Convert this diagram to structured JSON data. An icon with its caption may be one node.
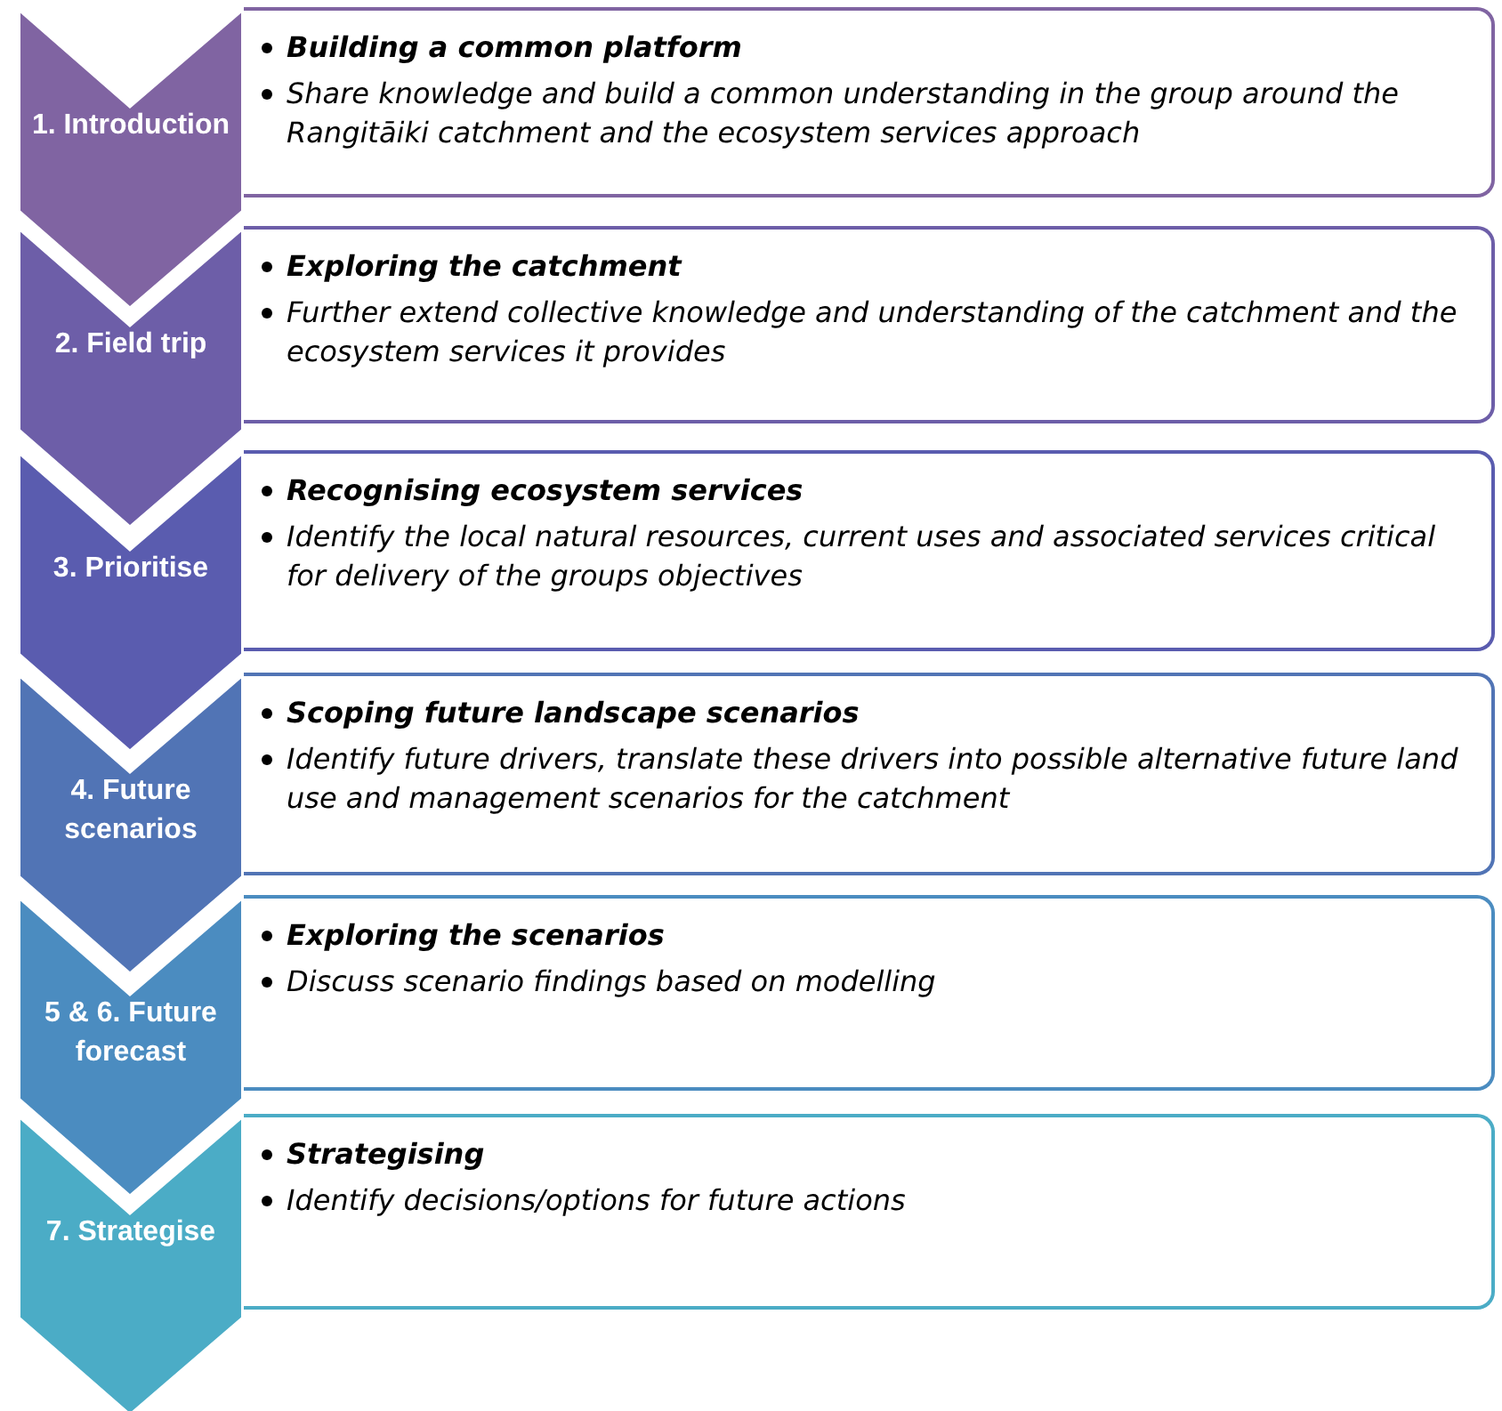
{
  "diagram": {
    "nodes": [
      {
        "text": [
          "1. Introduction"
        ]
      },
      {
        "text": [
          "Building a common platform",
          "Share knowledge and build a common understanding in the group around the Rangitāiki catchment and the ecosystem services approach"
        ]
      },
      {
        "text": [
          "2. Field trip"
        ]
      },
      {
        "text": [
          "Exploring the catchment",
          "Further extend collective knowledge and understanding of the catchment and  the ecosystem services it provides"
        ]
      },
      {
        "text": [
          "3. Prioritise"
        ]
      },
      {
        "text": [
          "Recognising ecosystem services",
          "Identify the local natural resources, current uses and associated services critical for delivery of the groups objectives"
        ]
      },
      {
        "text": [
          "4. Future scenarios"
        ]
      },
      {
        "text": [
          "Scoping future landscape scenarios",
          "Identify future drivers, translate these drivers into possible alternative future land use and management scenarios for the catchment"
        ]
      },
      {
        "text": [
          "5 & 6. Future forecast"
        ]
      },
      {
        "text": [
          "Exploring the scenarios",
          "Discuss scenario findings based on modelling"
        ]
      },
      {
        "text": [
          "7. Strategise"
        ]
      },
      {
        "text": [
          "Strategising",
          "Identify decisions/options for future actions"
        ]
      }
    ]
  }
}
